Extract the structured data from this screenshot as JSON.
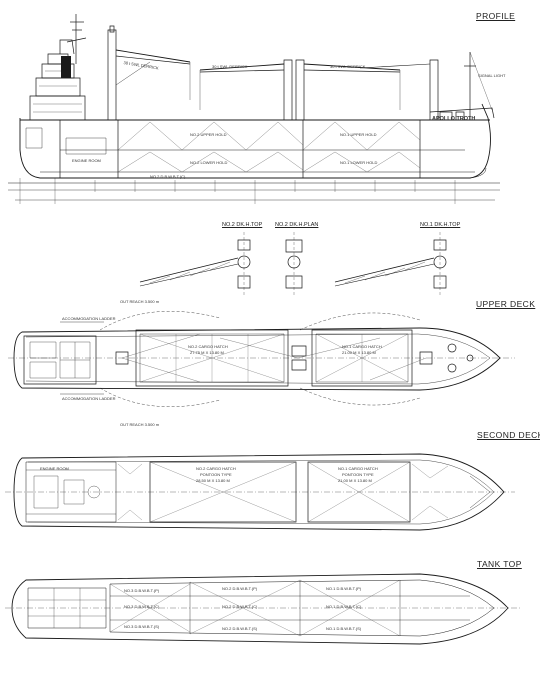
{
  "titles": {
    "profile": "PROFILE",
    "upper_deck": "UPPER DECK",
    "second_deck": "SECOND DECK",
    "tank_top": "TANK TOP"
  },
  "derrick_views": {
    "no2_top": "NO.2 DK.H.TOP",
    "no2_plan": "NO.2 DK.H.PLAN",
    "no1_top": "NO.1 DK.H.TOP"
  },
  "profile": {
    "ship_name": "APOLLO TROTH",
    "no2_upper_hold": "NO.2 UPPER HOLD",
    "no2_lower_hold": "NO.2 LOWER HOLD",
    "no1_upper_hold": "NO.1 UPPER HOLD",
    "no1_lower_hold": "NO.1 LOWER HOLD",
    "engine_room": "ENGINE ROOM",
    "crane1": "30 t SWL DERRICK",
    "crane2": "30 t SWL DERRICK",
    "crane3": "30 t SWL DERRICK",
    "signal": "SIGNAL LIGHT",
    "db_tank": "NO.2 D.B.W.B.T.(C)"
  },
  "upper_deck": {
    "hatch2": "NO.2 CARGO HATCH",
    "hatch2_dim": "27.75 M X 13.80 M",
    "hatch1": "NO.1 CARGO HATCH",
    "hatch1_dim": "21.00 M X 13.80 M",
    "accom_top": "ACCOMMODATION LADDER",
    "accom_bot": "ACCOMMODATION LADDER",
    "reach_top": "OUT REACH 3.500 m",
    "reach_bot": "OUT REACH 3.500 m"
  },
  "second_deck": {
    "engine_room": "ENGINE ROOM",
    "hatch2": "NO.2 CARGO HATCH",
    "hatch2_type": "PONTOON TYPE",
    "hatch2_dim": "28.50 M X 13.80 M",
    "hatch1": "NO.1 CARGO HATCH",
    "hatch1_type": "PONTOON TYPE",
    "hatch1_dim": "21.00 M X 13.80 M"
  },
  "tank_top": {
    "t1": "NO.3 D.B.W.B.T.(P)",
    "t2": "NO.2 D.B.W.B.T.(P)",
    "t3": "NO.1 D.B.W.B.T.(P)",
    "t4": "NO.3 D.B.W.B.T.(C)",
    "t5": "NO.2 D.B.W.B.T.(C)",
    "t6": "NO.1 D.B.W.B.T.(C)",
    "t7": "NO.3 D.B.W.B.T.(S)",
    "t8": "NO.2 D.B.W.B.T.(S)",
    "t9": "NO.1 D.B.W.B.T.(S)"
  },
  "colors": {
    "line": "#1a1a1a",
    "fine": "#555555",
    "paper": "#ffffff"
  }
}
